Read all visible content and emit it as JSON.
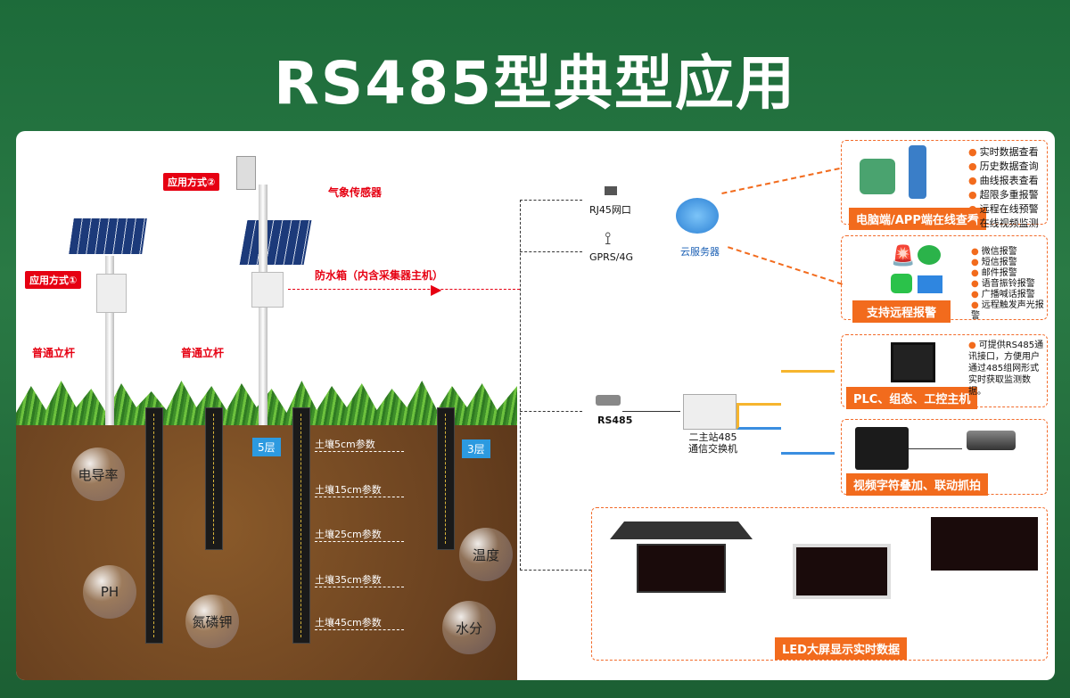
{
  "title": "RS485型典型应用",
  "left": {
    "method1": "应用方式①",
    "method2": "应用方式②",
    "weather_sensor": "气象传感器",
    "waterproof_box": "防水箱（内含采集器主机）",
    "pole1": "普通立杆",
    "pole2": "普通立杆",
    "layer5": "5层",
    "layer3": "3层",
    "depths": [
      "土壤5cm参数",
      "土壤15cm参数",
      "土壤25cm参数",
      "土壤35cm参数",
      "土壤45cm参数"
    ],
    "bubbles": [
      "电导率",
      "PH",
      "氮磷钾",
      "温度",
      "水分"
    ]
  },
  "network": {
    "rj45": "RJ45网口",
    "gprs": "GPRS/4G",
    "cloud": "云服务器",
    "rs485": "RS485",
    "switch": "二主站485\n通信交换机",
    "switch_line1": "二主站485",
    "switch_line2": "通信交换机"
  },
  "panels": {
    "online": {
      "button": "电脑端/APP端在线查看",
      "items": [
        "实时数据查看",
        "历史数据查询",
        "曲线报表查看",
        "超限多重报警",
        "远程在线预警",
        "在线视频监测"
      ]
    },
    "alarm": {
      "button": "支持远程报警",
      "items": [
        "微信报警",
        "短信报警",
        "邮件报警",
        "语音振铃报警",
        "广播喊话报警",
        "远程触发声光报警"
      ]
    },
    "plc": {
      "button": "PLC、组态、工控主机",
      "note": "可提供RS485通讯接口，方便用户通过485组网形式实时获取监测数据。"
    },
    "video": {
      "button": "视频字符叠加、联动抓拍"
    },
    "led": {
      "button": "LED大屏显示实时数据"
    }
  },
  "colors": {
    "accent": "#f26b1d",
    "alarm_red": "#e60012",
    "bg_green": "#1d6b3a",
    "tag_blue": "#2c9ae0"
  }
}
